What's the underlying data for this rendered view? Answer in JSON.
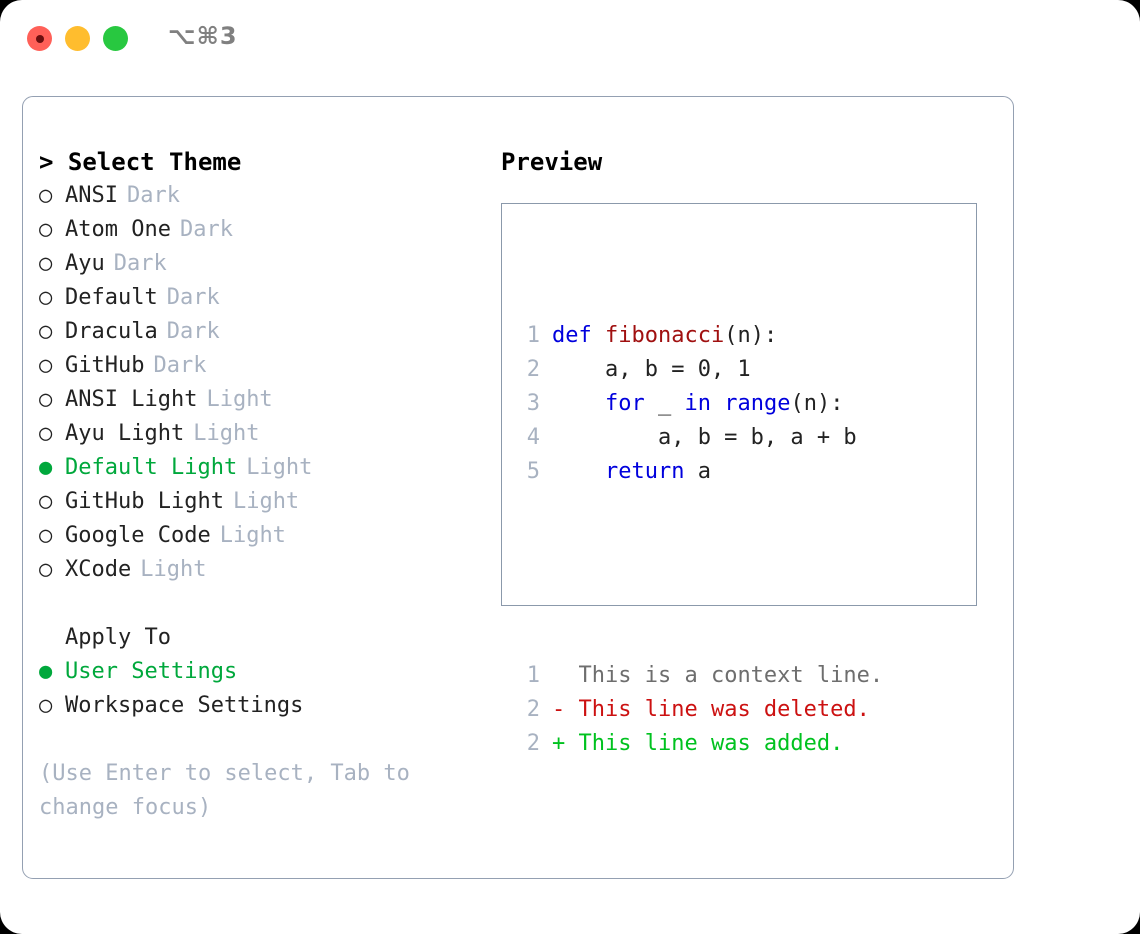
{
  "window": {
    "shortcut_title": "⌥⌘3",
    "traffic_lights": [
      {
        "name": "close",
        "color": "#ff6058"
      },
      {
        "name": "minimize",
        "color": "#ffbd2e"
      },
      {
        "name": "maximize",
        "color": "#28c840"
      }
    ]
  },
  "theme_picker": {
    "header": "> Select Theme",
    "options": [
      {
        "marker": "○",
        "label": "ANSI",
        "kind": "Dark",
        "selected": false
      },
      {
        "marker": "○",
        "label": "Atom One",
        "kind": "Dark",
        "selected": false
      },
      {
        "marker": "○",
        "label": "Ayu",
        "kind": "Dark",
        "selected": false
      },
      {
        "marker": "○",
        "label": "Default",
        "kind": "Dark",
        "selected": false
      },
      {
        "marker": "○",
        "label": "Dracula",
        "kind": "Dark",
        "selected": false
      },
      {
        "marker": "○",
        "label": "GitHub",
        "kind": "Dark",
        "selected": false
      },
      {
        "marker": "○",
        "label": "ANSI Light",
        "kind": "Light",
        "selected": false
      },
      {
        "marker": "○",
        "label": "Ayu Light",
        "kind": "Light",
        "selected": false
      },
      {
        "marker": "●",
        "label": "Default Light",
        "kind": "Light",
        "selected": true
      },
      {
        "marker": "○",
        "label": "GitHub Light",
        "kind": "Light",
        "selected": false
      },
      {
        "marker": "○",
        "label": "Google Code",
        "kind": "Light",
        "selected": false
      },
      {
        "marker": "○",
        "label": "XCode",
        "kind": "Light",
        "selected": false
      }
    ]
  },
  "apply_to": {
    "title": "Apply To",
    "options": [
      {
        "marker": "●",
        "label": "User Settings",
        "selected": true
      },
      {
        "marker": "○",
        "label": "Workspace Settings",
        "selected": false
      }
    ]
  },
  "hint": "(Use Enter to select, Tab to change focus)",
  "preview": {
    "title": "Preview",
    "code_lines": [
      {
        "num": "1",
        "tokens": [
          {
            "t": "def",
            "c": "kw"
          },
          {
            "t": " ",
            "c": "plain"
          },
          {
            "t": "fibonacci",
            "c": "fn"
          },
          {
            "t": "(n):",
            "c": "plain"
          }
        ]
      },
      {
        "num": "2",
        "tokens": [
          {
            "t": "    a, b = 0, 1",
            "c": "plain"
          }
        ]
      },
      {
        "num": "3",
        "tokens": [
          {
            "t": "    ",
            "c": "plain"
          },
          {
            "t": "for",
            "c": "kw"
          },
          {
            "t": " _ ",
            "c": "plain"
          },
          {
            "t": "in",
            "c": "kw"
          },
          {
            "t": " ",
            "c": "plain"
          },
          {
            "t": "range",
            "c": "kw"
          },
          {
            "t": "(n):",
            "c": "plain"
          }
        ]
      },
      {
        "num": "4",
        "tokens": [
          {
            "t": "        a, b = b, a + b",
            "c": "plain"
          }
        ]
      },
      {
        "num": "5",
        "tokens": [
          {
            "t": "    ",
            "c": "plain"
          },
          {
            "t": "return",
            "c": "kw"
          },
          {
            "t": " a",
            "c": "plain"
          }
        ]
      }
    ],
    "diff_lines": [
      {
        "num": "1",
        "sign": "  ",
        "text": "This is a context line.",
        "cls": "ctx"
      },
      {
        "num": "2",
        "sign": "- ",
        "text": "This line was deleted.",
        "cls": "del"
      },
      {
        "num": "2",
        "sign": "+ ",
        "text": "This line was added.",
        "cls": "add"
      }
    ]
  },
  "colors": {
    "accent_green": "#00a83c",
    "muted": "#a8b2c1",
    "border": "#94a0b2",
    "preview_border": "#8b99ab",
    "keyword_blue": "#0000dd",
    "function_red": "#a01010",
    "diff_deleted": "#cc1111",
    "diff_added": "#00c21f"
  }
}
